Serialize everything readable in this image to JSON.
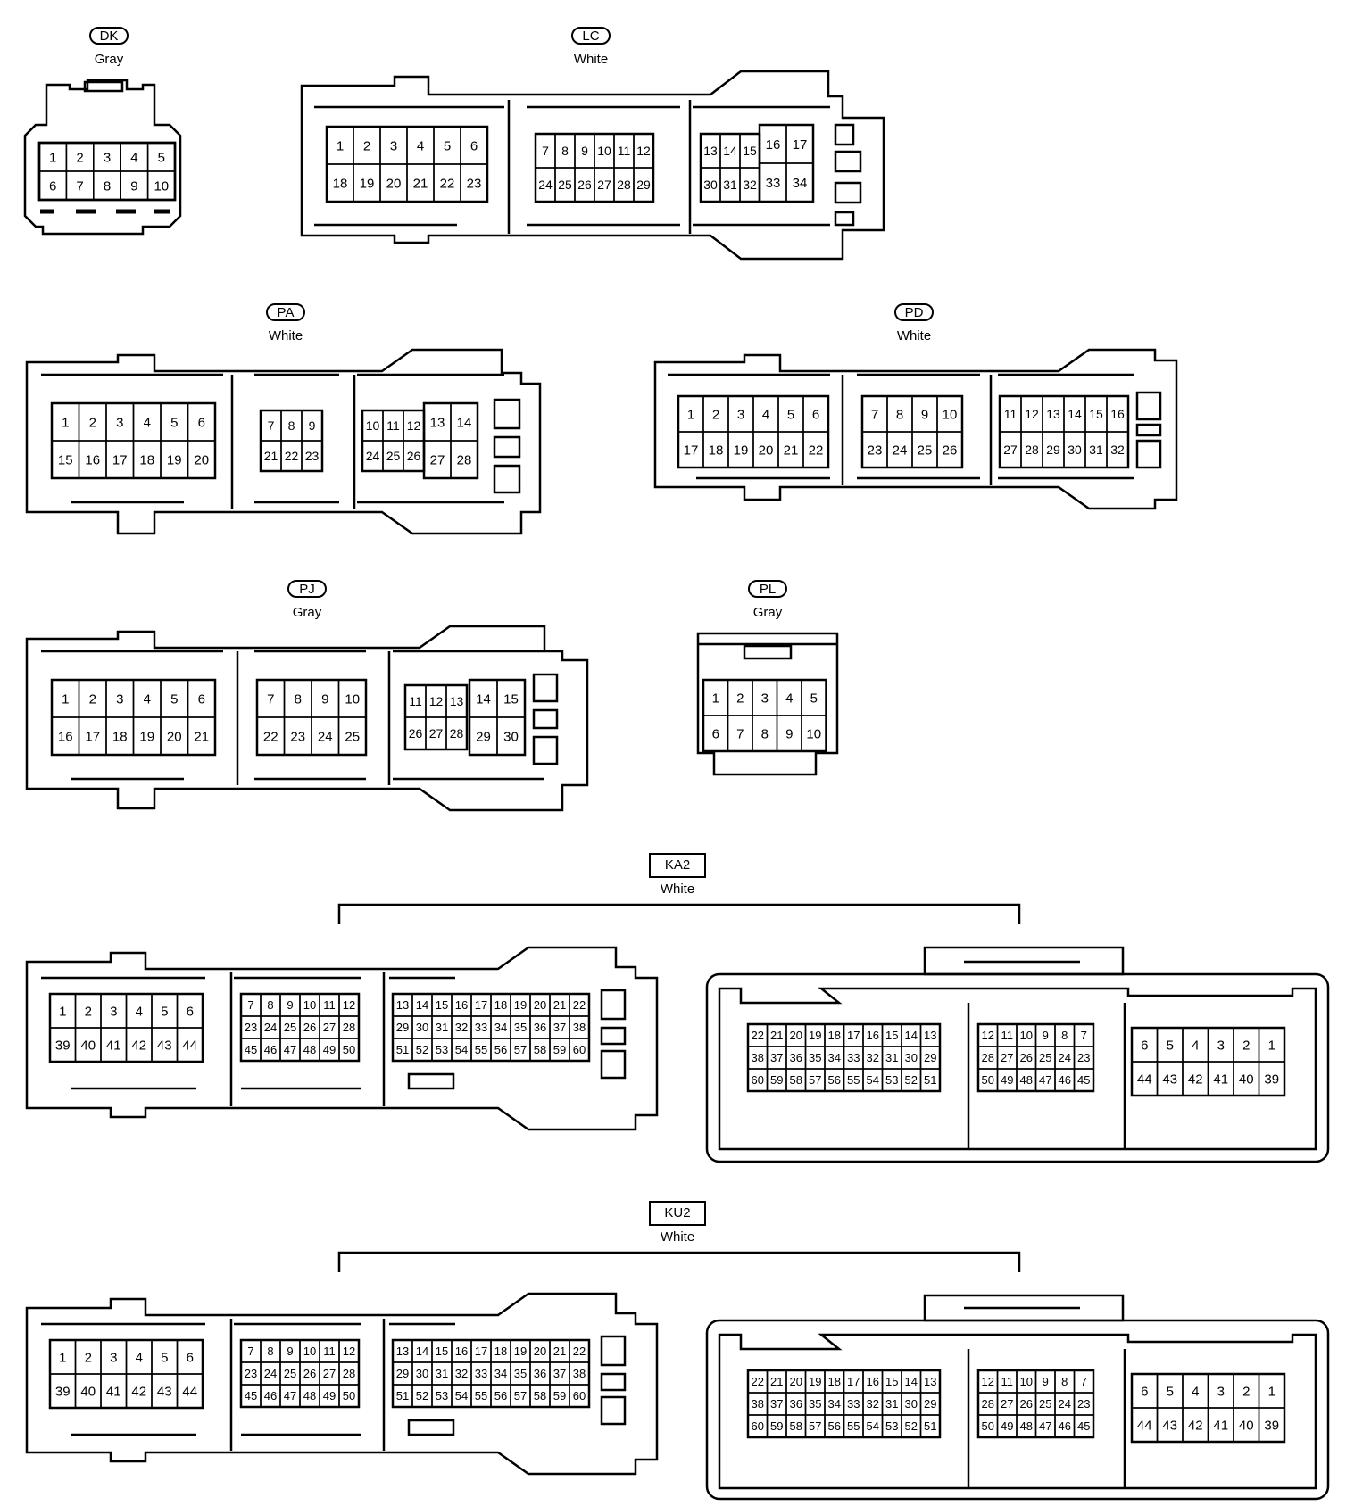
{
  "connectors": [
    {
      "key": "dk",
      "id": "DK",
      "color": "Gray"
    },
    {
      "key": "lc",
      "id": "LC",
      "color": "White"
    },
    {
      "key": "pa",
      "id": "PA",
      "color": "White"
    },
    {
      "key": "pd",
      "id": "PD",
      "color": "White"
    },
    {
      "key": "pj",
      "id": "PJ",
      "color": "Gray"
    },
    {
      "key": "pl",
      "id": "PL",
      "color": "Gray"
    },
    {
      "key": "ka2",
      "id": "KA2",
      "color": "White"
    },
    {
      "key": "ku2",
      "id": "KU2",
      "color": "White"
    }
  ],
  "pins": {
    "dk": [
      [
        1,
        2,
        3,
        4,
        5
      ],
      [
        6,
        7,
        8,
        9,
        10
      ]
    ],
    "lc": [
      [
        [
          1,
          2,
          3,
          4,
          5,
          6
        ],
        [
          18,
          19,
          20,
          21,
          22,
          23
        ]
      ],
      [
        [
          7,
          8,
          9,
          10,
          11,
          12
        ],
        [
          24,
          25,
          26,
          27,
          28,
          29
        ]
      ],
      [
        [
          13,
          14,
          15,
          16,
          17
        ],
        [
          30,
          31,
          32,
          33,
          34
        ]
      ]
    ],
    "pa": [
      [
        [
          1,
          2,
          3,
          4,
          5,
          6
        ],
        [
          15,
          16,
          17,
          18,
          19,
          20
        ]
      ],
      [
        [
          7,
          8,
          9
        ],
        [
          21,
          22,
          23
        ]
      ],
      [
        [
          10,
          11,
          12,
          13,
          14
        ],
        [
          24,
          25,
          26,
          27,
          28
        ]
      ]
    ],
    "pd": [
      [
        [
          1,
          2,
          3,
          4,
          5,
          6
        ],
        [
          17,
          18,
          19,
          20,
          21,
          22
        ]
      ],
      [
        [
          7,
          8,
          9,
          10
        ],
        [
          23,
          24,
          25,
          26
        ]
      ],
      [
        [
          11,
          12,
          13,
          14,
          15,
          16
        ],
        [
          27,
          28,
          29,
          30,
          31,
          32
        ]
      ]
    ],
    "pj": [
      [
        [
          1,
          2,
          3,
          4,
          5,
          6
        ],
        [
          16,
          17,
          18,
          19,
          20,
          21
        ]
      ],
      [
        [
          7,
          8,
          9,
          10
        ],
        [
          22,
          23,
          24,
          25
        ]
      ],
      [
        [
          11,
          12,
          13,
          14,
          15
        ],
        [
          26,
          27,
          28,
          29,
          30
        ]
      ]
    ],
    "pl": [
      [
        1,
        2,
        3,
        4,
        5
      ],
      [
        6,
        7,
        8,
        9,
        10
      ]
    ],
    "ka2_left": [
      [
        [
          1,
          2,
          3,
          4,
          5,
          6
        ],
        [
          39,
          40,
          41,
          42,
          43,
          44
        ]
      ],
      [
        [
          7,
          8,
          9,
          10,
          11,
          12
        ],
        [
          23,
          24,
          25,
          26,
          27,
          28
        ],
        [
          45,
          46,
          47,
          48,
          49,
          50
        ]
      ],
      [
        [
          13,
          14,
          15,
          16,
          17,
          18,
          19,
          20,
          21,
          22
        ],
        [
          29,
          30,
          31,
          32,
          33,
          34,
          35,
          36,
          37,
          38
        ],
        [
          51,
          52,
          53,
          54,
          55,
          56,
          57,
          58,
          59,
          60
        ]
      ]
    ],
    "ka2_right": [
      [
        [
          22,
          21,
          20,
          19,
          18,
          17,
          16,
          15,
          14,
          13
        ],
        [
          38,
          37,
          36,
          35,
          34,
          33,
          32,
          31,
          30,
          29
        ],
        [
          60,
          59,
          58,
          57,
          56,
          55,
          54,
          53,
          52,
          51
        ]
      ],
      [
        [
          12,
          11,
          10,
          9,
          8,
          7
        ],
        [
          28,
          27,
          26,
          25,
          24,
          23
        ],
        [
          50,
          49,
          48,
          47,
          46,
          45
        ]
      ],
      [
        [
          6,
          5,
          4,
          3,
          2,
          1
        ],
        [
          44,
          43,
          42,
          41,
          40,
          39
        ]
      ]
    ]
  }
}
